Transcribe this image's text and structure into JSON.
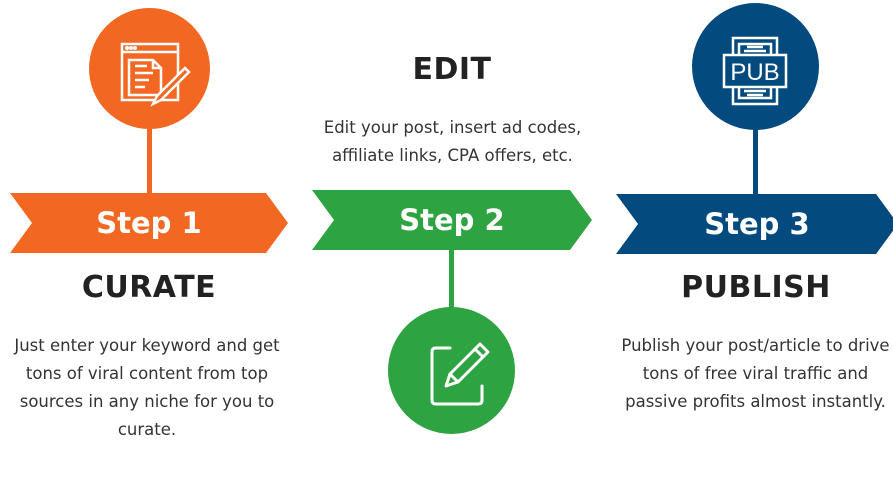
{
  "colors": {
    "step1": "#F26722",
    "step2": "#2EA342",
    "step3": "#034A7F"
  },
  "steps": [
    {
      "label": "Step 1",
      "title": "CURATE",
      "description": "Just enter your keyword and get tons of viral content from top sources in any niche for you to curate.",
      "icon": "document-edit-icon"
    },
    {
      "label": "Step 2",
      "title": "EDIT",
      "description": "Edit your post, insert ad codes, affiliate links, CPA offers, etc.",
      "icon": "edit-icon"
    },
    {
      "label": "Step 3",
      "title": "PUBLISH",
      "description": "Publish your post/article to drive tons of free viral traffic and passive profits almost instantly.",
      "icon": "pub-icon",
      "icon_text": "PUB"
    }
  ]
}
